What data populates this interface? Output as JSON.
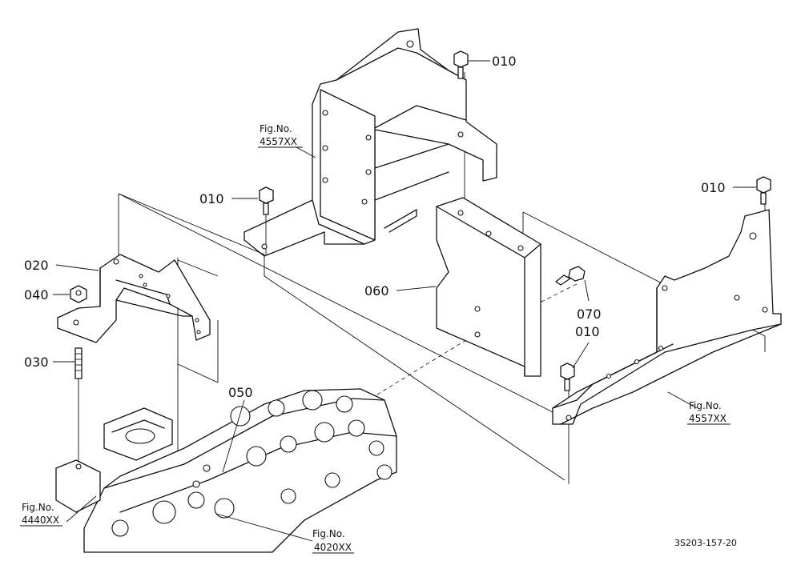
{
  "callouts": {
    "p010_top": "010",
    "p010_left": "010",
    "p010_right": "010",
    "p010_lower": "010",
    "p020": "020",
    "p030": "030",
    "p040": "040",
    "p050": "050",
    "p060": "060",
    "p070": "070"
  },
  "figure_refs": {
    "upper_left": {
      "caption": "Fig.No.",
      "number": "4557XX"
    },
    "right": {
      "caption": "Fig.No.",
      "number": "4557XX"
    },
    "lower_left": {
      "caption": "Fig.No.",
      "number": "4440XX"
    },
    "lower_center": {
      "caption": "Fig.No.",
      "number": "4020XX"
    }
  },
  "drawing_code": "3S203-157-20"
}
